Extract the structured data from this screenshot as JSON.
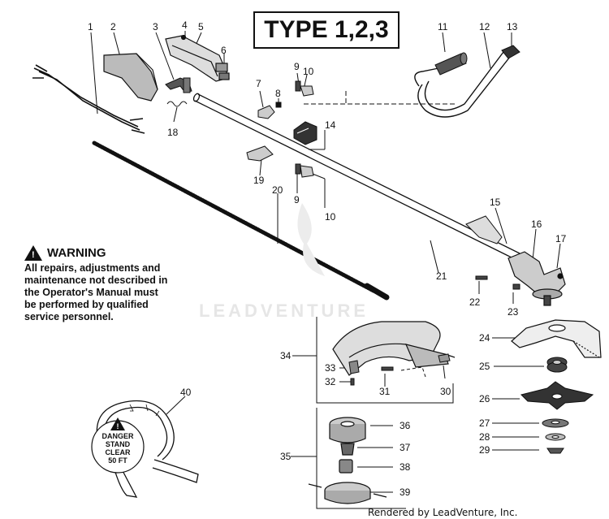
{
  "title": "TYPE 1,2,3",
  "warning": {
    "heading": "WARNING",
    "lines": [
      "All repairs, adjustments and",
      "maintenance not described in",
      "the Operator's Manual must",
      "be performed by qualified",
      "service personnel."
    ]
  },
  "decal": {
    "lines": [
      "DANGER",
      "STAND",
      "CLEAR",
      "50 FT"
    ]
  },
  "watermark": "LEADVENTURE",
  "credit": "Rendered by LeadVenture, Inc.",
  "callouts": [
    "1",
    "2",
    "3",
    "4",
    "5",
    "6",
    "7",
    "8",
    "9",
    "10",
    "11",
    "12",
    "13",
    "14",
    "15",
    "16",
    "17",
    "18",
    "9",
    "10",
    "19",
    "20",
    "21",
    "22",
    "23",
    "24",
    "25",
    "26",
    "27",
    "28",
    "29",
    "30",
    "31",
    "32",
    "33",
    "34",
    "35",
    "36",
    "37",
    "38",
    "39",
    "40"
  ]
}
